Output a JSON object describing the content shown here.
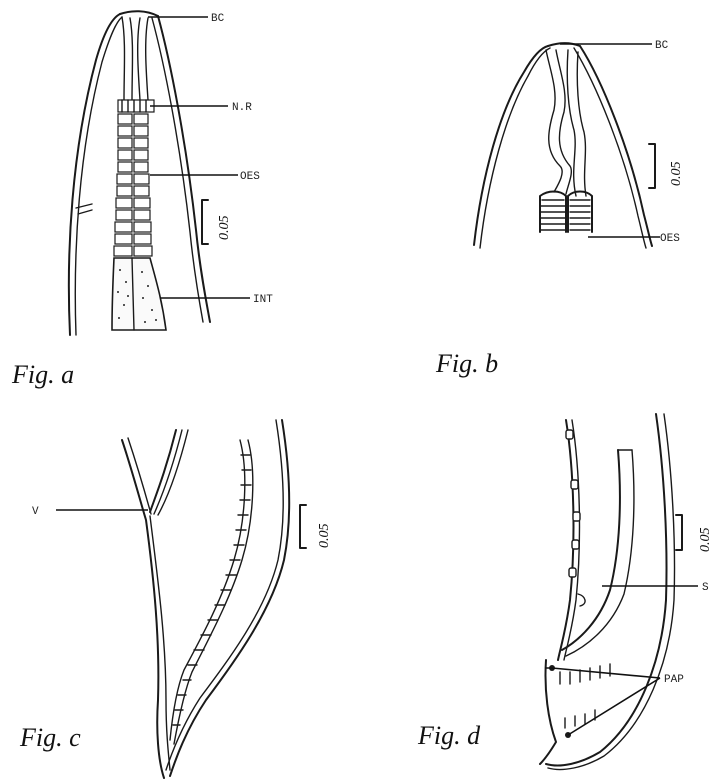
{
  "panels": {
    "a": {
      "caption": "Fig. a",
      "labels": {
        "bc": "BC",
        "nr": "N.R",
        "oes": "OES",
        "int": "INT"
      },
      "scale": "0.05"
    },
    "b": {
      "caption": "Fig. b",
      "labels": {
        "bc": "BC",
        "oes": "OES"
      },
      "scale": "0.05"
    },
    "c": {
      "caption": "Fig. c",
      "labels": {
        "v": "V"
      },
      "scale": "0.05"
    },
    "d": {
      "caption": "Fig. d",
      "labels": {
        "s": "S",
        "pap": "PAP"
      },
      "scale": "0.05"
    }
  }
}
